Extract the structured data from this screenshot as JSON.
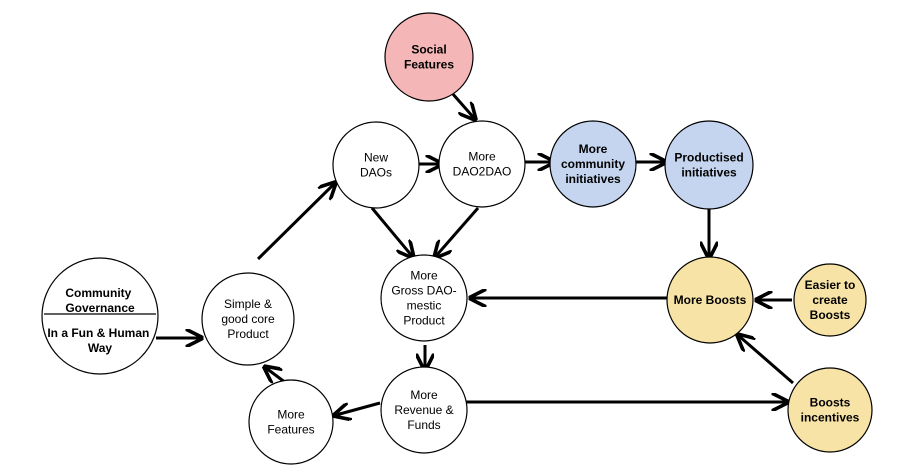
{
  "diagram": {
    "colors": {
      "white": "#ffffff",
      "red": "#f4b6b6",
      "blue": "#c5d5ef",
      "yellow": "#f8e3a6",
      "stroke": "#000000"
    },
    "nodes": {
      "community": {
        "top": "Community Governance",
        "bottom": "In a Fun & Human Way"
      },
      "social": {
        "lines": [
          "Social",
          "Features"
        ]
      },
      "new_daos": {
        "lines": [
          "New",
          "DAOs"
        ]
      },
      "more_dao2dao": {
        "lines": [
          "More",
          "DAO2DAO"
        ]
      },
      "community_initiatives": {
        "lines": [
          "More",
          "community",
          "initiatives"
        ]
      },
      "productised": {
        "lines": [
          "Productised",
          "initiatives"
        ]
      },
      "simple_core": {
        "lines": [
          "Simple &",
          "good core",
          "Product"
        ]
      },
      "gross_product": {
        "lines": [
          "More",
          "Gross DAO-",
          "mestic",
          "Product"
        ]
      },
      "more_boosts": {
        "lines": [
          "More Boosts"
        ]
      },
      "easier_boosts": {
        "lines": [
          "Easier to",
          "create",
          "Boosts"
        ]
      },
      "more_features": {
        "lines": [
          "More",
          "Features"
        ]
      },
      "revenue": {
        "lines": [
          "More",
          "Revenue &",
          "Funds"
        ]
      },
      "boosts_incentives": {
        "lines": [
          "Boosts",
          "incentives"
        ]
      }
    }
  }
}
